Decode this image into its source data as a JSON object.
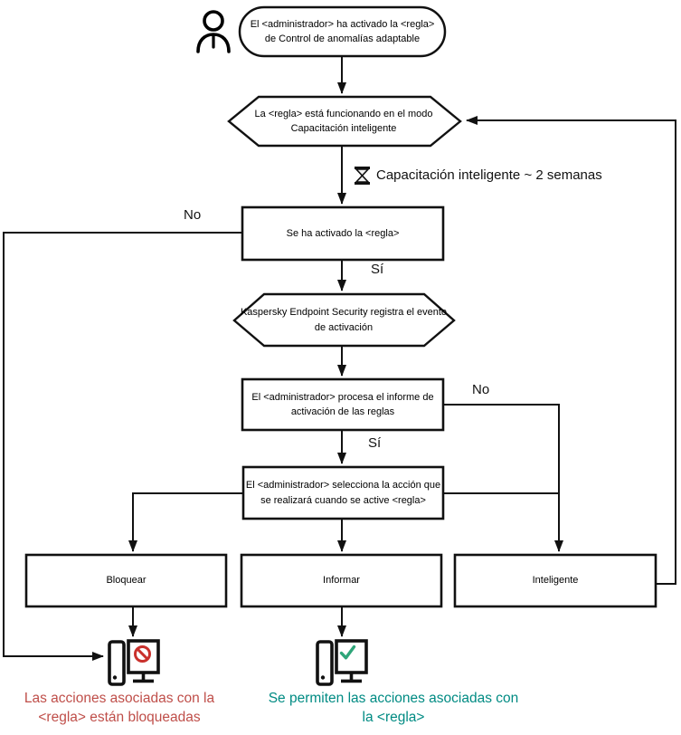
{
  "nodes": {
    "start": "El <administrador> ha activado la <regla>\nde Control de anomalías adaptable",
    "mode": "La <regla> está funcionando en el modo\nCapacitación inteligente",
    "rule_activated": "Se ha activado la <regla>",
    "event_logged": "Kaspersky Endpoint Security registra el evento\nde activación",
    "report_processed": "El <administrador> procesa el informe de\nactivación de las reglas",
    "action_selected": "El <administrador> selecciona la acción que\nse realizará cuando se active <regla>",
    "action_block": "Bloquear",
    "action_inform": "Informar",
    "action_smart": "Inteligente"
  },
  "edge_labels": {
    "no_left": "No",
    "yes_activated": "Sí",
    "no_right": "No",
    "yes_processed": "Sí",
    "training_period": "Capacitación inteligente ~ 2 semanas"
  },
  "outcomes": {
    "blocked": "Las acciones asociadas con la\n<regla> están bloqueadas",
    "allowed": "Se permiten las acciones asociadas con\nla <regla>"
  },
  "colors": {
    "line": "#111111",
    "blocked_text": "#bf4e49",
    "allowed_text": "#008b83",
    "prohibition_sign": "#c9302c",
    "check_mark": "#2ea579"
  }
}
